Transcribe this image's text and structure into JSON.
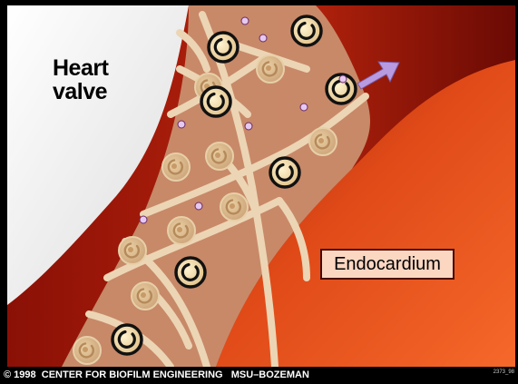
{
  "labels": {
    "heart_valve": "Heart\nvalve",
    "endocardium": "Endocardium"
  },
  "footer": {
    "copyright": "© 1998  CENTER FOR BIOFILM ENGINEERING   MSU–BOZEMAN",
    "slide_code": "2373_98"
  },
  "colors": {
    "valve": "#f4f4f4",
    "tissue_dark": "#9a1408",
    "tissue_light": "#f05a1e",
    "biofilm_matrix": "#c98f6e",
    "channel": "#ecd5b4",
    "cell_fill": "#eed9a8",
    "active_cell_outline": "#111111",
    "particle": "#e6c9f0",
    "arrow": "#b89ae0"
  },
  "icons": [
    "bacteria-cell-icon",
    "detaching-arrow-icon",
    "particle-icon"
  ]
}
